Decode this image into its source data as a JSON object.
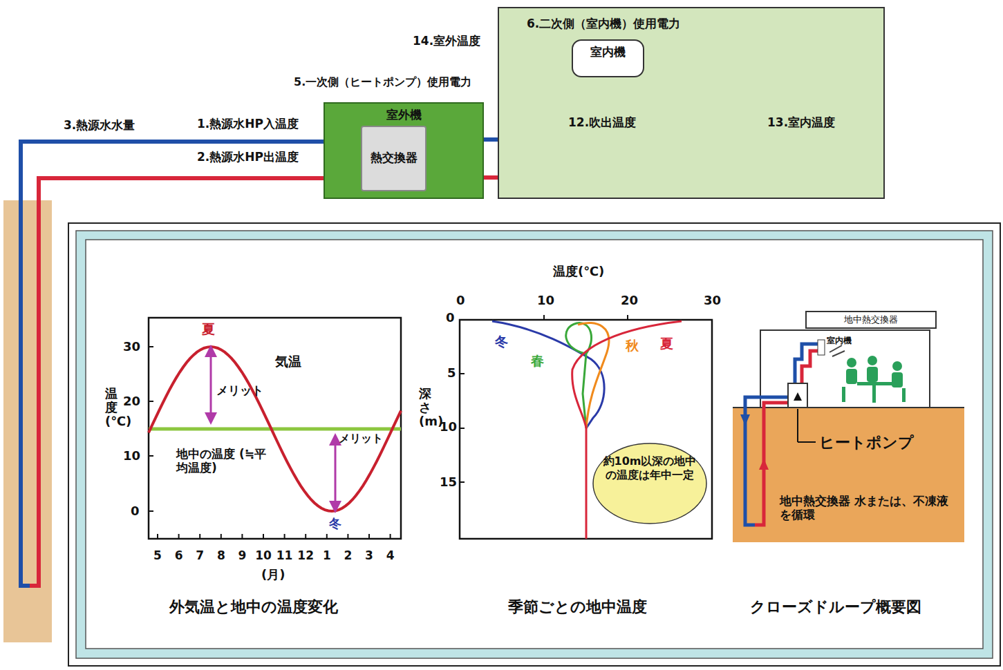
{
  "diagram": {
    "nodes": [
      {
        "text": [
          "室外機"
        ]
      },
      {
        "text": [
          "熱交換器"
        ],
        "in": 0
      },
      {
        "text": [
          "6.二次側（室内機）使用電力"
        ]
      },
      {
        "text": [
          "室内機"
        ],
        "in": 2
      },
      {
        "text": [
          "約10m以深の地中の温度は年中一定"
        ]
      },
      {
        "text": [
          "地中熱交換器"
        ]
      }
    ],
    "edges": [
      {
        "from": 1,
        "to": 3,
        "arrow": "none"
      },
      {
        "from": 1,
        "to": 3,
        "arrow": "none"
      }
    ],
    "labels": [
      "14.室外温度",
      "5.一次側（ヒートポンプ）使用電力",
      "3.熱源水水量",
      "1.熱源水HP入温度",
      "2.熱源水HP出温度",
      "12.吹出温度",
      "13.室内温度",
      "温度(℃)",
      "30",
      "20",
      "10",
      "0",
      "5",
      "6",
      "7",
      "8",
      "9",
      "10",
      "11",
      "12",
      "1",
      "2",
      "3",
      "4",
      "(月)",
      "夏",
      "気温",
      "メリット",
      "地中の温度 (≒平均温度)",
      "メリット",
      "冬",
      "外気温と地中の温度変化",
      "温度(℃)",
      "0",
      "10",
      "20",
      "30",
      "0",
      "5",
      "10",
      "15",
      "深さ(m)",
      "冬",
      "春",
      "秋",
      "夏",
      "季節ごとの地中温度",
      "室内機",
      "ヒートポンプ",
      "地中熱交換器 水または、不凍液を循環",
      "クローズドループ概要図"
    ]
  }
}
